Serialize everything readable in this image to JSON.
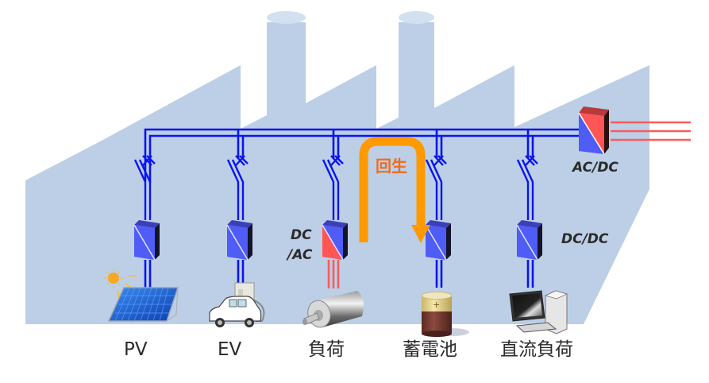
{
  "diagram": {
    "title": "",
    "colors": {
      "building": "#bccfe6",
      "dc_bus": "#0a14f0",
      "ac_line": "#ff5a5a",
      "regen_arrow": "#ff9900",
      "regen_text": "#f26a1b",
      "converter_dc": "#4f5cf5",
      "converter_ac": "#ff5555",
      "converter_side": "#141428",
      "label_text": "#2a2a2a"
    },
    "grid_converter": {
      "label": "AC/DC",
      "icon": "ac-dc-converter-icon",
      "external_lines": 3
    },
    "regeneration": {
      "label": "回生",
      "from": "負荷",
      "to": "蓄電池"
    },
    "branches": [
      {
        "id": "pv",
        "label": "PV",
        "icon": "solar-panel-icon",
        "converter": "dc-dc",
        "converter_label": ""
      },
      {
        "id": "ev",
        "label": "EV",
        "icon": "electric-car-icon",
        "converter": "dc-dc",
        "converter_label": ""
      },
      {
        "id": "load",
        "label": "負荷",
        "icon": "motor-icon",
        "converter": "dc-ac",
        "converter_label_line1": "DC",
        "converter_label_line2": "/AC"
      },
      {
        "id": "battery",
        "label": "蓄電池",
        "icon": "battery-icon",
        "converter": "dc-dc",
        "converter_label": ""
      },
      {
        "id": "dc_load",
        "label": "直流負荷",
        "icon": "computer-icon",
        "converter": "dc-dc",
        "converter_label": "DC/DC"
      }
    ]
  }
}
